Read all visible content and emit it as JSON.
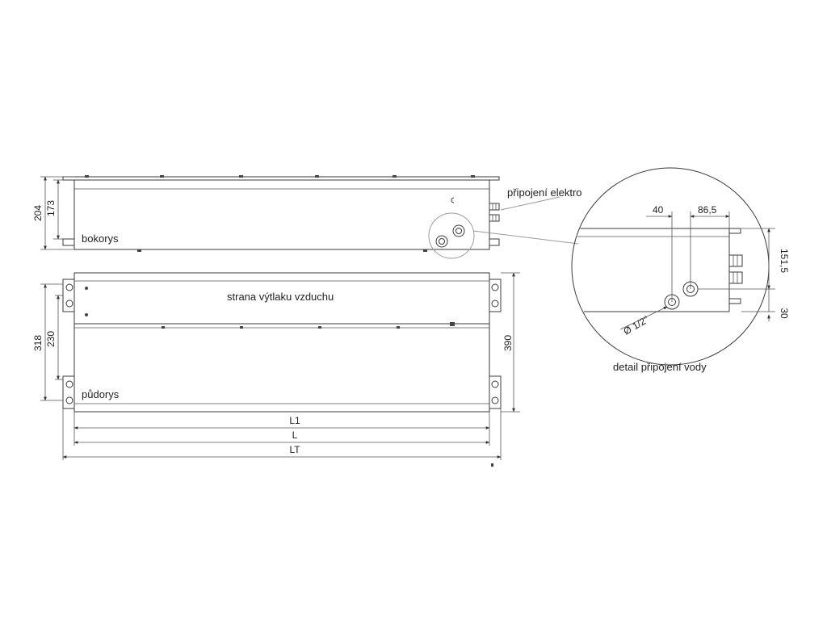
{
  "labels": {
    "side_view": "bokorys",
    "plan_view": "půdorys",
    "air_outlet_side": "strana výtlaku vzduchu",
    "electric_connection": "připojení elektro",
    "water_detail": "detail připojení vody"
  },
  "dimensions": {
    "side_total_height": "204",
    "side_body_height": "173",
    "plan_total_depth": "318",
    "plan_body_depth": "230",
    "plan_overall": "390",
    "length_inner": "L1",
    "length_body": "L",
    "length_total": "LT",
    "detail_offset_a": "40",
    "detail_offset_b": "86,5",
    "detail_height_a": "151,5",
    "detail_height_b": "30",
    "pipe_diameter": "Ø 1/2''"
  },
  "colors": {
    "line": "#3a3a3a",
    "leader": "#9a9a9a"
  }
}
